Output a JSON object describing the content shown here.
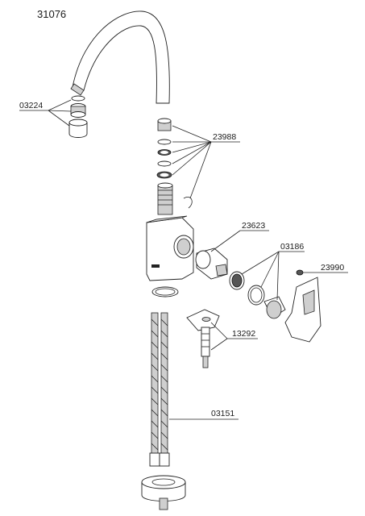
{
  "diagram": {
    "model_number": "31076",
    "parts": [
      {
        "id": "03224"
      },
      {
        "id": "23988"
      },
      {
        "id": "23623"
      },
      {
        "id": "03186"
      },
      {
        "id": "23990"
      },
      {
        "id": "13292"
      },
      {
        "id": "03151"
      }
    ]
  }
}
